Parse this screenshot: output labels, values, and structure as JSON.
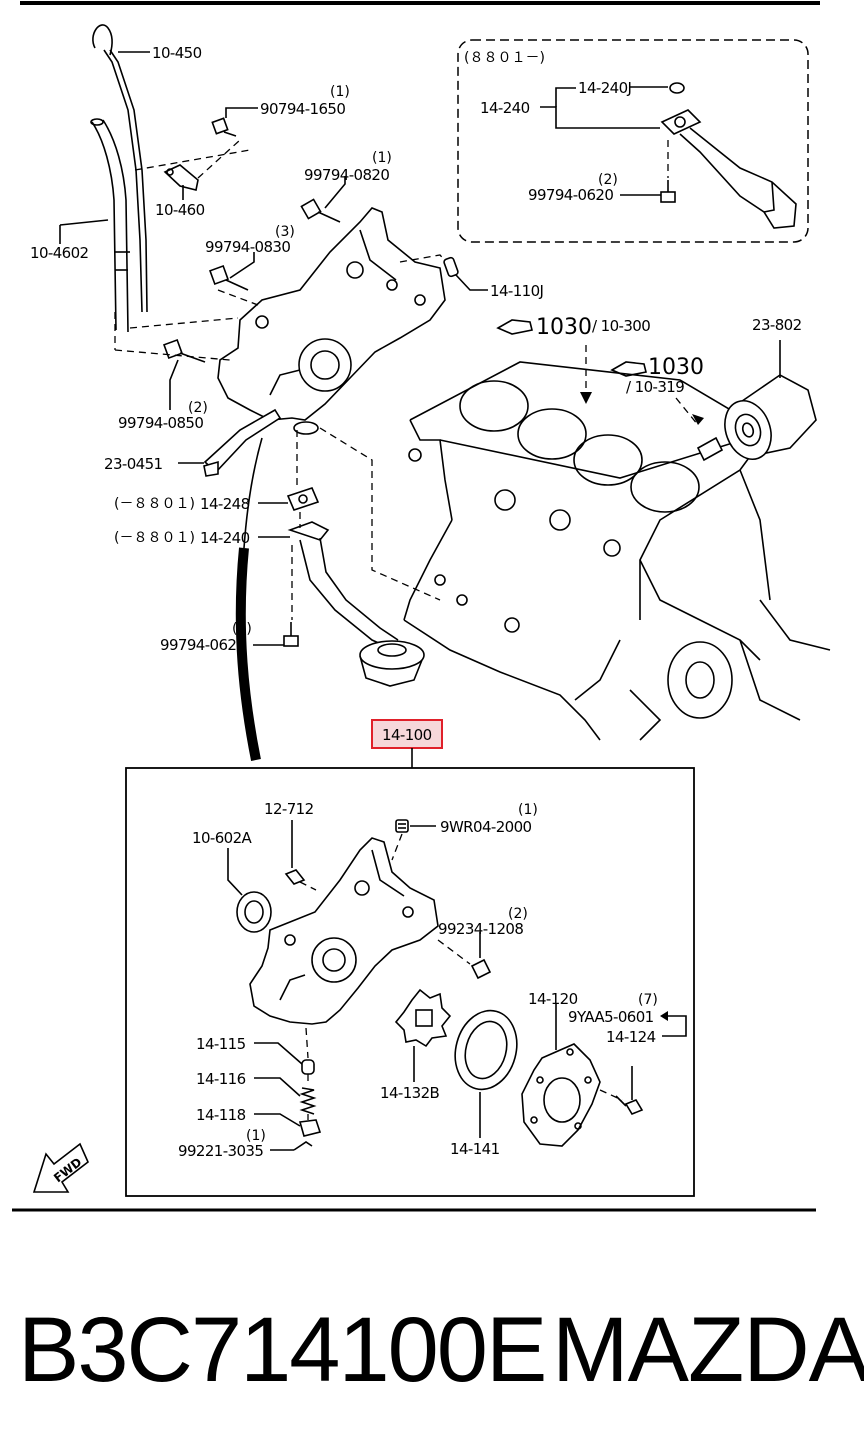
{
  "labels": {
    "l_10_450": "10-450",
    "l_90794_1650": "90794-1650",
    "q_90794_1650": "(1)",
    "l_10_460": "10-460",
    "l_10_4602": "10-4602",
    "l_99794_0820": "99794-0820",
    "q_99794_0820": "(1)",
    "l_99794_0830": "99794-0830",
    "q_99794_0830": "(3)",
    "l_14_110j": "14-110J",
    "l_99794_0850": "99794-0850",
    "q_99794_0850": "(2)",
    "l_23_0451": "23-0451",
    "l_14_248": "14-248",
    "p_14_248": "(－８８０１)",
    "l_14_240_main": "14-240",
    "p_14_240_main": "(－８８０１)",
    "l_99794_0620_main": "99794-0620",
    "q_99794_0620_main": "(2)",
    "ref_1030_a": "1030",
    "ref_10_300": "/ 10-300",
    "ref_1030_b": "1030",
    "ref_10_319": "/ 10-319",
    "l_23_802": "23-802",
    "l_14_100": "14-100",
    "inset_period": "(８８０１－)",
    "l_14_240j": "14-240J",
    "l_14_240_inset": "14-240",
    "l_99794_0620_inset": "99794-0620",
    "q_99794_0620_inset": "(2)",
    "l_12_712": "12-712",
    "l_10_602a": "10-602A",
    "l_9wr04_2000": "9WR04-2000",
    "q_9wr04_2000": "(1)",
    "l_99234_1208": "99234-1208",
    "q_99234_1208": "(2)",
    "l_14_120": "14-120",
    "l_9yaa5_0601": "9YAA5-0601",
    "q_9yaa5_0601": "(7)",
    "l_14_124": "14-124",
    "l_14_115": "14-115",
    "l_14_116": "14-116",
    "l_14_118": "14-118",
    "l_99221_3035": "99221-3035",
    "q_99221_3035": "(1)",
    "l_14_132b": "14-132B",
    "l_14_141": "14-141",
    "fwd": "FWD"
  },
  "footer": {
    "part_number": "B3C714100E",
    "brand": "MAZDA"
  },
  "colors": {
    "highlight_border": "#e0202a",
    "highlight_fill": "#f6d7da",
    "ink": "#000000"
  }
}
